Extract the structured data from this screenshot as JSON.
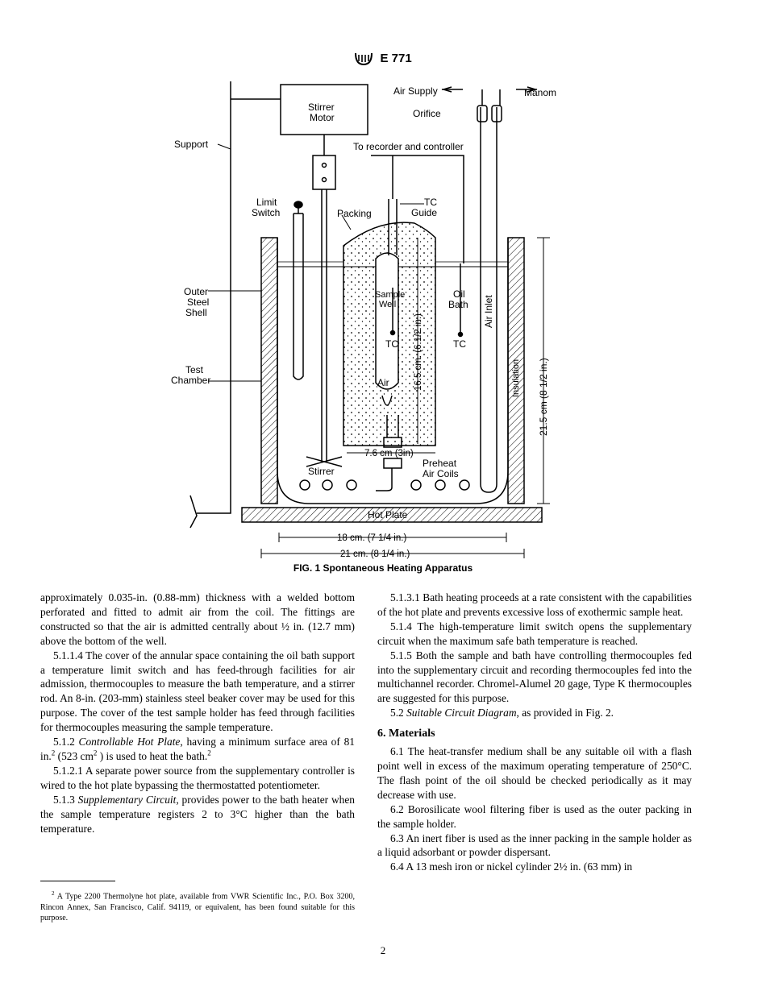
{
  "header": {
    "designation": "E 771"
  },
  "figure": {
    "caption": "FIG. 1 Spontaneous Heating Apparatus",
    "labels": {
      "air_supply": "Air Supply",
      "manom": "Manom",
      "orifice": "Orifice",
      "stirrer_motor_1": "Stirrer",
      "stirrer_motor_2": "Motor",
      "support": "Support",
      "to_recorder": "To recorder and controller",
      "limit_switch_1": "Limit",
      "limit_switch_2": "Switch",
      "packing": "Packing",
      "tc_guide_1": "TC",
      "tc_guide_2": "Guide",
      "outer_shell_1": "Outer",
      "outer_shell_2": "Steel",
      "outer_shell_3": "Shell",
      "sample_well_1": "Sample",
      "sample_well_2": "Well",
      "oil_bath_1": "Oil",
      "oil_bath_2": "Bath",
      "air_inlet": "Air Inlet",
      "tc_sample": "TC",
      "tc_bath": "TC",
      "test_chamber_1": "Test",
      "test_chamber_2": "Chamber",
      "dim_165": "16.5 cm. (6 1/2 in.)",
      "insulation": "Insulation",
      "dim_215": "21.5 cm (8 1/2 in.)",
      "air": "Air",
      "dim_76": "7.6 cm (3in)",
      "preheat_1": "Preheat",
      "preheat_2": "Air Coils",
      "stirrer": "Stirrer",
      "hot_plate": "Hot Plate",
      "dim_18": "18 cm. (7 1/4 in.)",
      "dim_21": "21 cm. (8 1/4 in.)"
    }
  },
  "left_column": {
    "p1": "approximately 0.035-in. (0.88-mm) thickness with a welded bottom perforated and fitted to admit air from the coil. The fittings are constructed so that the air is admitted centrally about ½ in. (12.7 mm) above the bottom of the well.",
    "p2": "5.1.1.4 The cover of the annular space containing the oil bath support a temperature limit switch and has feed-through facilities for air admission, thermocouples to measure the bath temperature, and a stirrer rod. An 8-in. (203-mm) stainless steel beaker cover may be used for this purpose. The cover of the test sample holder has feed through facilities for thermocouples measuring the sample temperature.",
    "p3_num": "5.1.2",
    "p3_title": "Controllable Hot Plate",
    "p3_a": ", having a minimum surface area of 81 in.",
    "p3_sup1": "2",
    "p3_b": " (523 cm",
    "p3_sup2": "2",
    "p3_c": " ) is used to heat the bath.",
    "p3_sup3": "2",
    "p4": "5.1.2.1 A separate power source from the supplementary controller is wired to the hot plate bypassing the thermostatted potentiometer.",
    "p5_num": "5.1.3",
    "p5_title": "Supplementary Circuit",
    "p5_text": ", provides power to the bath heater when the sample temperature registers 2 to 3°C higher than the bath temperature."
  },
  "footnote": {
    "marker": "2",
    "text": " A Type 2200 Thermolyne hot plate, available from VWR Scientific Inc., P.O. Box 3200, Rincon Annex, San Francisco, Calif. 94119, or equivalent, has been found suitable for this purpose."
  },
  "right_column": {
    "p1": "5.1.3.1 Bath heating proceeds at a rate consistent with the capabilities of the hot plate and prevents excessive loss of exothermic sample heat.",
    "p2": "5.1.4 The high-temperature limit switch opens the supplementary circuit when the maximum safe bath temperature is reached.",
    "p3": "5.1.5 Both the sample and bath have controlling thermocouples fed into the supplementary circuit and recording thermocouples fed into the multichannel recorder. Chromel-Alumel 20 gage, Type K thermocouples are suggested for this purpose.",
    "p4_num": "5.2",
    "p4_title": "Suitable Circuit Diagram",
    "p4_text": ", as provided in Fig. 2.",
    "heading": "6. Materials",
    "p5": "6.1 The heat-transfer medium shall be any suitable oil with a flash point well in excess of the maximum operating temperature of 250°C. The flash point of the oil should be checked periodically as it may decrease with use.",
    "p6": "6.2 Borosilicate wool filtering fiber is used as the outer packing in the sample holder.",
    "p7": "6.3 An inert fiber is used as the inner packing in the sample holder as a liquid adsorbant or powder dispersant.",
    "p8": "6.4 A 13 mesh iron or nickel cylinder 2½ in. (63 mm) in"
  },
  "page_number": "2"
}
